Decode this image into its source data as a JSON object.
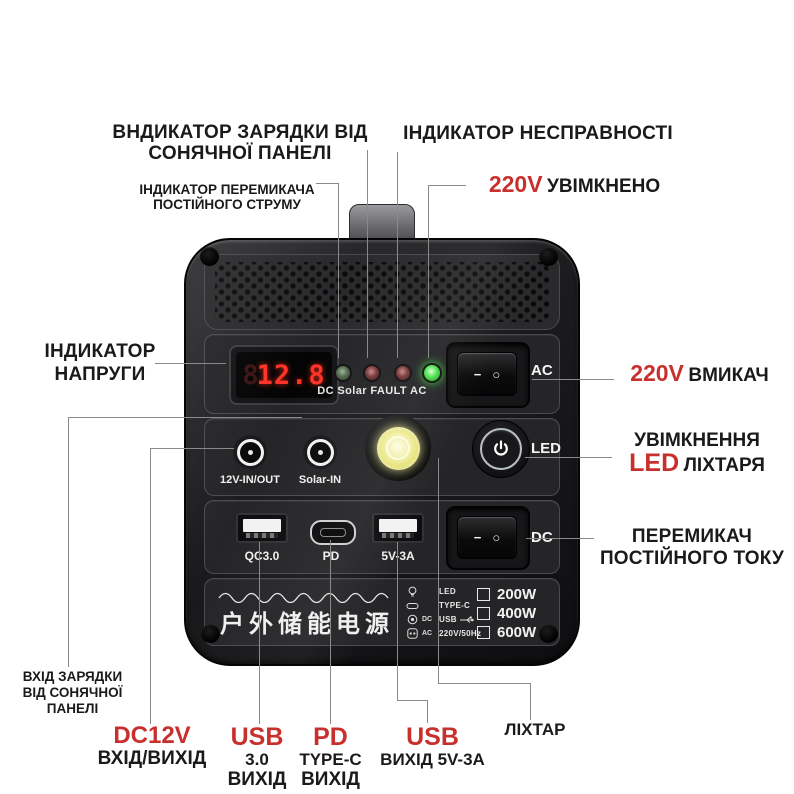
{
  "colors": {
    "accent_red": "#c8302e",
    "display_red": "#ff3226",
    "led_on_green": "#4ce24c",
    "line_gray": "#8a8a8a"
  },
  "callouts": {
    "solar_charge_indicator": {
      "line1": "ВНДИКАТОР ЗАРЯДКИ ВІД",
      "line2": "СОНЯЧНОЇ ПАНЕЛІ"
    },
    "fault_indicator": {
      "text": "ІНДИКАТОР НЕСПРАВНОСТІ"
    },
    "dc_switch_indicator": {
      "line1": "ІНДИКАТОР ПЕРЕМИКАЧА",
      "line2": "ПОСТІЙНОГО СТРУМУ"
    },
    "ac_on": {
      "highlight": "220V",
      "text": "УВІМКНЕНО"
    },
    "voltage_indicator": {
      "line1": "ІНДИКАТОР",
      "line2": "НАПРУГИ"
    },
    "ac_switch": {
      "highlight": "220V",
      "text": "ВМИКАЧ"
    },
    "led_flashlight_on": {
      "line1": "УВІМКНЕННЯ",
      "highlight": "LED",
      "text": "ЛІХТАРЯ"
    },
    "dc_switch": {
      "line1": "ПЕРЕМИКАЧ",
      "line2": "ПОСТІЙНОГО ТОКУ"
    },
    "solar_charge_input": {
      "line1": "ВХІД ЗАРЯДКИ",
      "line2": "ВІД СОНЯЧНОЇ",
      "line3": "ПАНЕЛІ"
    },
    "dc12v_io": {
      "highlight": "DC12V",
      "text": "ВХІД/ВИХІД"
    },
    "usb30_out": {
      "highlight": "USB",
      "line2": "3.0",
      "line3": "ВИХІД"
    },
    "pd_out": {
      "highlight": "PD",
      "line2": "TYPE-C",
      "line3": "ВИХІД"
    },
    "usb_5v3a_out": {
      "highlight": "USB",
      "text": "ВИХІД 5V-3A"
    },
    "flashlight": {
      "text": "ЛІХТАР"
    }
  },
  "device": {
    "display": {
      "ghost": "8",
      "value": "12.8"
    },
    "status_leds": {
      "labels": "DC Solar FAULT AC"
    },
    "ac_switch_label": "AC",
    "led_button_label": "LED",
    "dc_switch_label": "DC",
    "rocker": {
      "dash": "−",
      "circle": "○"
    },
    "ports": {
      "dc_io": "12V-IN/OUT",
      "solar_in": "Solar-IN",
      "usb_qc": "QC3.0",
      "typec_pd": "PD",
      "usb_5v": "5V-3A"
    },
    "branding": "户外储能电源",
    "specs": [
      {
        "icon": "bulb-icon",
        "icon_label": "",
        "label": "LED"
      },
      {
        "icon": "typec-icon",
        "icon_label": "",
        "label": "TYPE-C"
      },
      {
        "icon": "dc-plug-icon",
        "icon_label": "DC",
        "label": "USB"
      },
      {
        "icon": "ac-socket-icon",
        "icon_label": "AC",
        "label": "220V/50Hz"
      }
    ],
    "power_options": [
      {
        "label": "200W"
      },
      {
        "label": "400W"
      },
      {
        "label": "600W"
      }
    ]
  }
}
